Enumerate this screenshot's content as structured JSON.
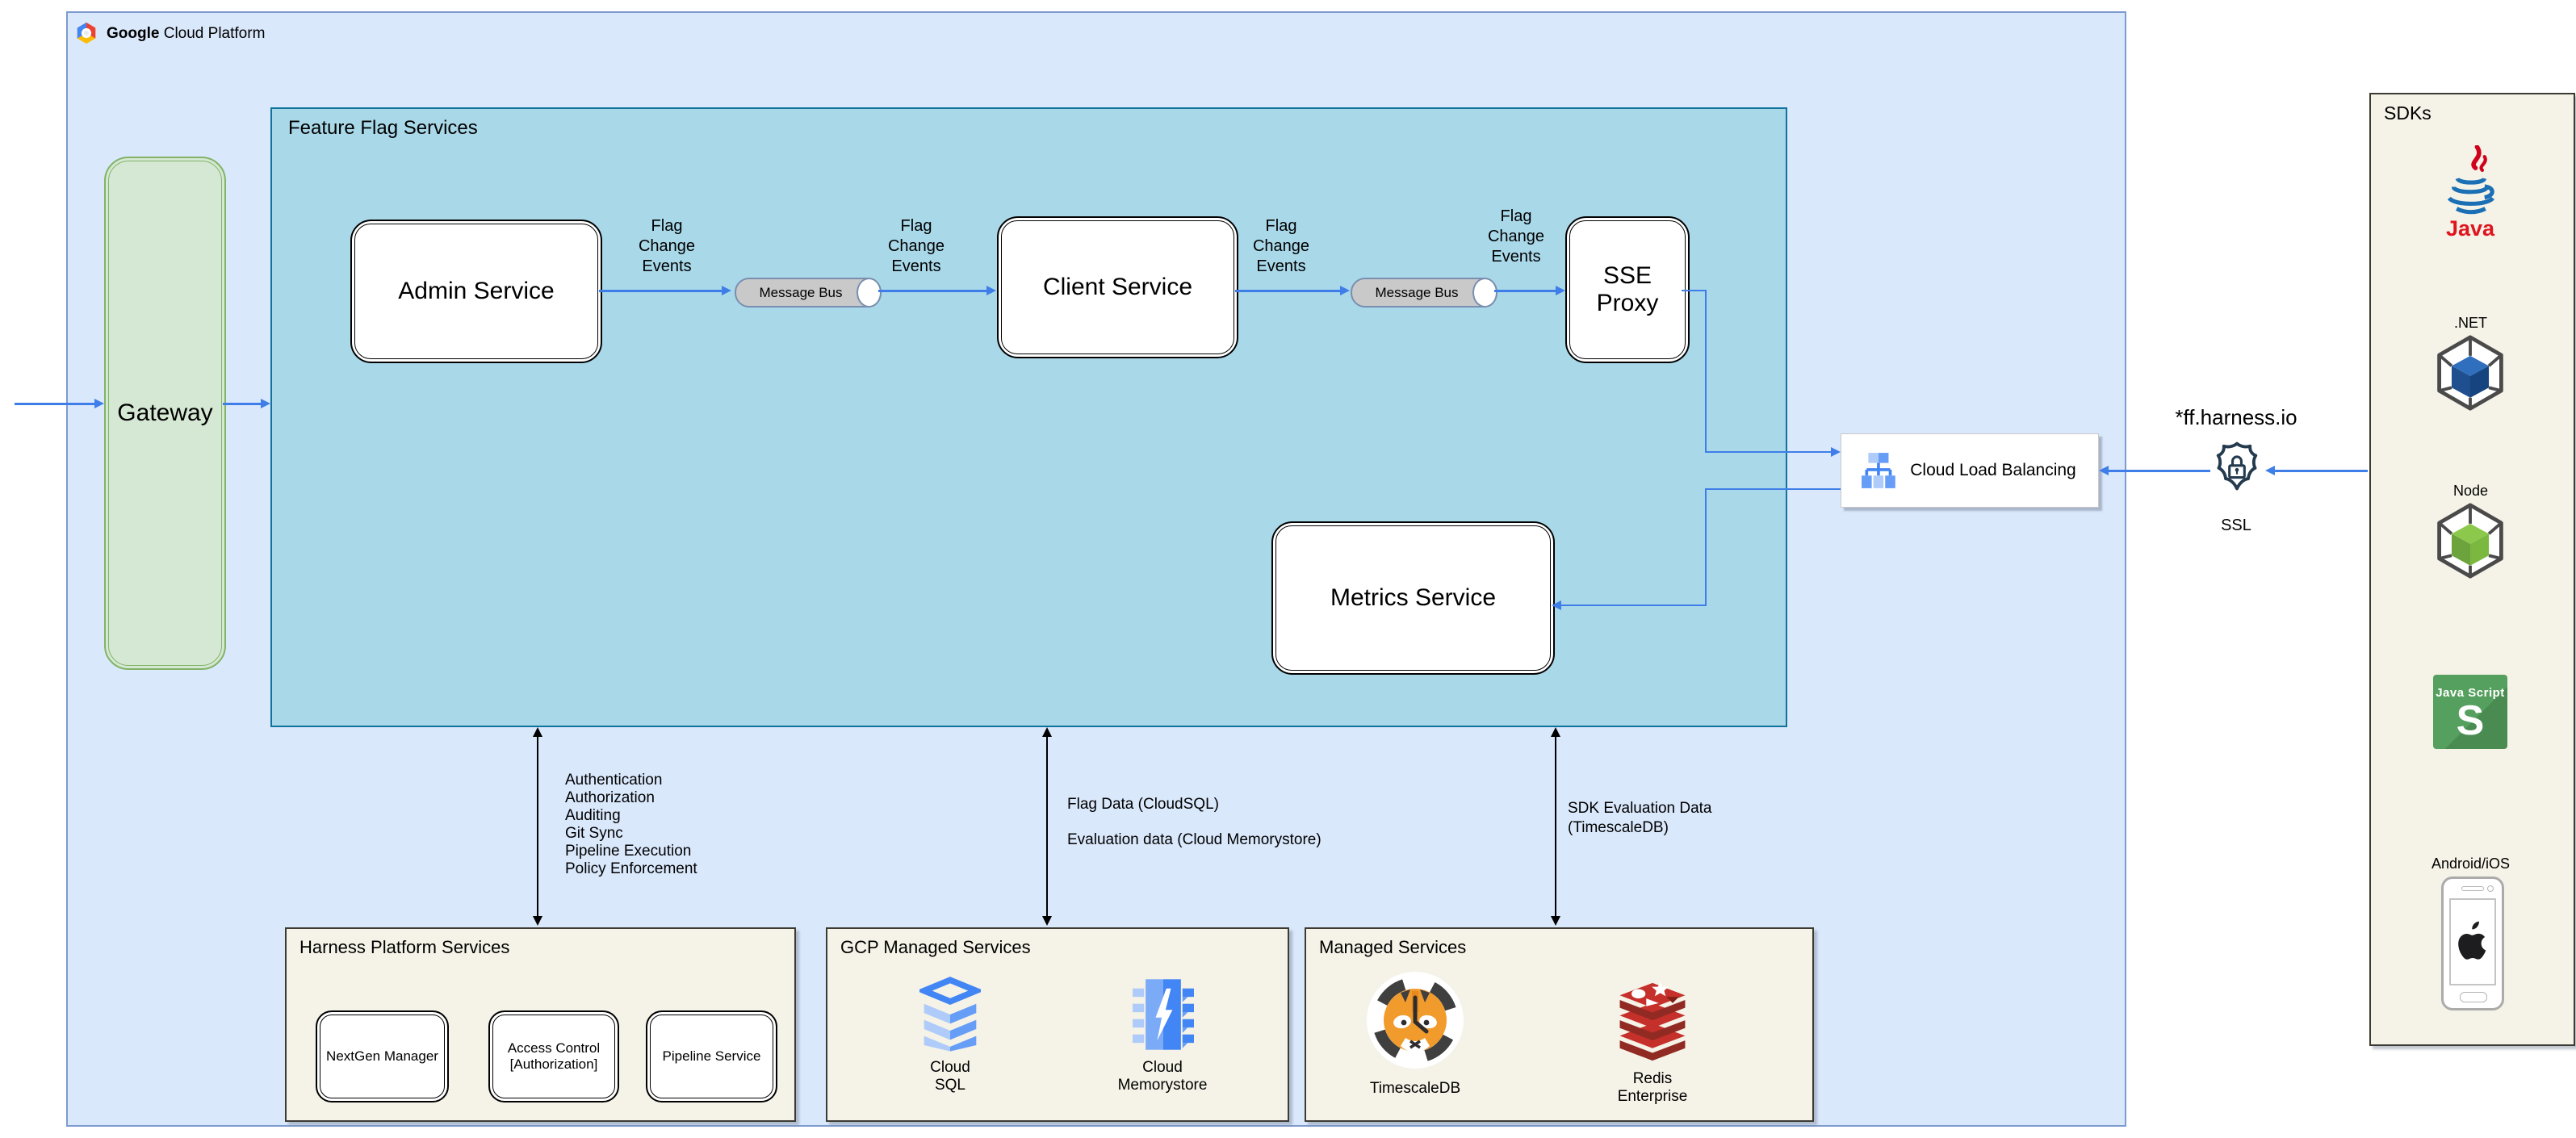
{
  "colors": {
    "gcp_fill": "#dae8fc",
    "gcp_border": "#7d9bcd",
    "ffs_fill": "#a9d8e9",
    "ffs_border": "#10739e",
    "gateway_fill": "#d5e8d4",
    "gateway_border": "#82b366",
    "cream_fill": "#f5f2e7",
    "arrow_blue": "#3f7ee8",
    "arrow_black": "#000000",
    "bus_fill": "#c9c9c9",
    "bus_border": "#7a8fb0",
    "gcp_icon_blue": "#4285f4",
    "gcp_icon_light": "#aecbfa",
    "js_green": "#55a05e",
    "redis_red": "#c6302b",
    "tiger_orange": "#f19b2c"
  },
  "header": {
    "brand_bold": "Google",
    "brand_rest": " Cloud Platform"
  },
  "gateway": {
    "label": "Gateway"
  },
  "feature_flag_services": {
    "title": "Feature Flag Services",
    "admin_service": "Admin Service",
    "client_service": "Client Service",
    "sse_proxy": "SSE\nProxy",
    "metrics_service": "Metrics Service",
    "message_bus": "Message Bus",
    "flag_change_events": "Flag\nChange\nEvents"
  },
  "load_balancer": {
    "label": "Cloud Load Balancing"
  },
  "ssl": {
    "domain": "*ff.harness.io",
    "label": "SSL"
  },
  "sdks": {
    "title": "SDKs",
    "java_label": "Java",
    "dotnet_label": ".NET",
    "node_label": "Node",
    "js_title": "Java Script",
    "js_letter": "S",
    "mobile_label": "Android/iOS"
  },
  "annotations": {
    "platform_capabilities": "Authentication\nAuthorization\nAuditing\nGit Sync\nPipeline Execution\nPolicy Enforcement",
    "flag_data": "Flag Data (CloudSQL)",
    "evaluation_data": "Evaluation data (Cloud Memorystore)",
    "sdk_evaluation_data": "SDK Evaluation Data\n(TimescaleDB)"
  },
  "harness_platform": {
    "title": "Harness Platform Services",
    "items": [
      "NextGen Manager",
      "Access Control\n[Authorization]",
      "Pipeline Service"
    ]
  },
  "gcp_managed": {
    "title": "GCP Managed Services",
    "cloud_sql": "Cloud\nSQL",
    "cloud_memorystore": "Cloud\nMemorystore"
  },
  "managed": {
    "title": "Managed Services",
    "timescaledb": "TimescaleDB",
    "redis": "Redis\nEnterprise"
  }
}
